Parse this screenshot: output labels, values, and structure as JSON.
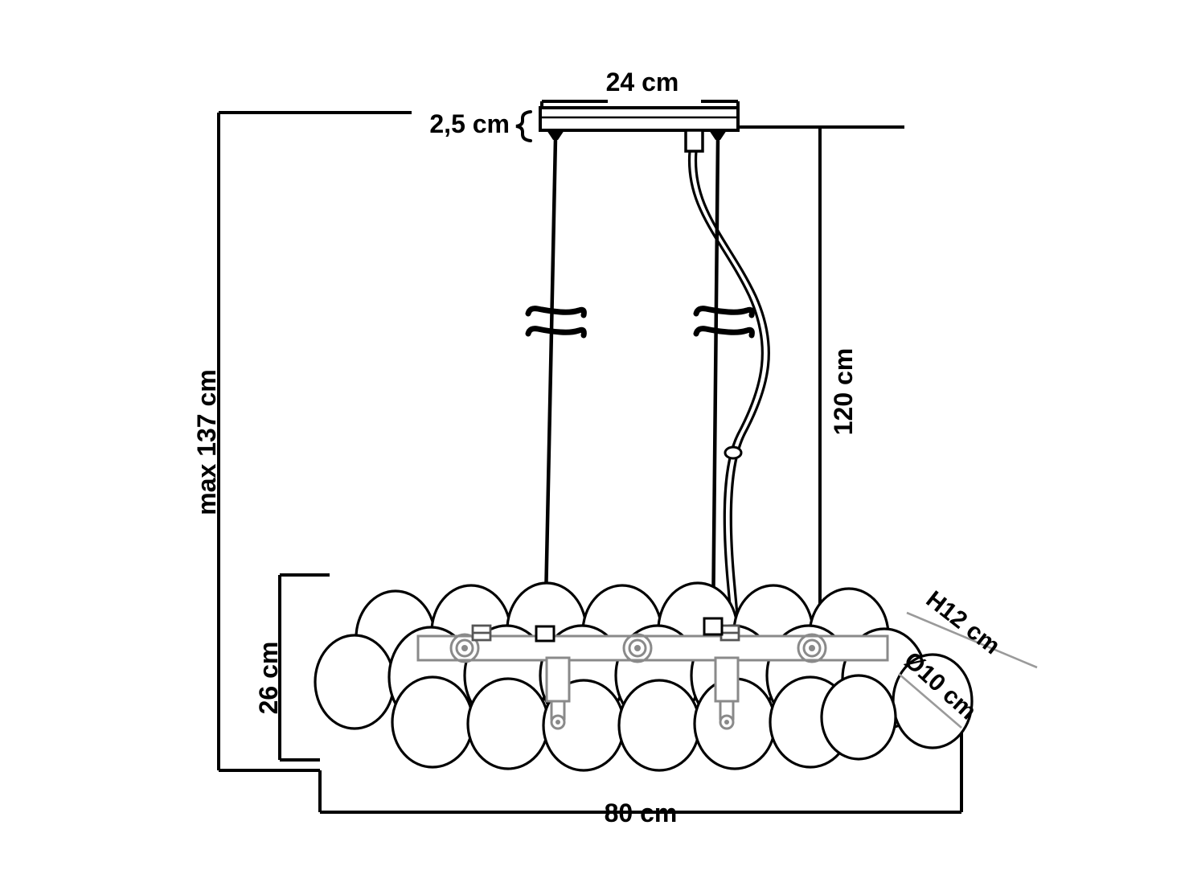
{
  "drawing": {
    "title": "Bubble pendant lamp dimension drawing",
    "units": "cm",
    "line_color": "#000000",
    "fixture_color": "#8a8a8a",
    "background": "#ffffff"
  },
  "dimensions": {
    "canopy_width": "24 cm",
    "canopy_thickness": "2,5 cm",
    "total_max_height": "max 137 cm",
    "suspension_drop": "120 cm",
    "cluster_height": "26 cm",
    "cluster_width": "80 cm",
    "cluster_depth": "H12 cm",
    "sphere_diameter": "Ø10 cm"
  },
  "labels": [
    {
      "id": "canopy-width",
      "text": "24 cm",
      "orientation": "horizontal"
    },
    {
      "id": "canopy-thickness",
      "text": "2,5 cm",
      "orientation": "horizontal"
    },
    {
      "id": "max-height",
      "text": "max 137 cm",
      "orientation": "vertical"
    },
    {
      "id": "drop-height",
      "text": "120 cm",
      "orientation": "vertical"
    },
    {
      "id": "cluster-height",
      "text": "26 cm",
      "orientation": "vertical"
    },
    {
      "id": "cluster-width",
      "text": "80 cm",
      "orientation": "horizontal"
    },
    {
      "id": "cluster-depth",
      "text": "H12 cm",
      "orientation": "diagonal"
    },
    {
      "id": "sphere-diameter",
      "text": "Ø10 cm",
      "orientation": "diagonal"
    }
  ],
  "components": {
    "ceiling_plate": "ceiling-canopy",
    "suspension_cables": 2,
    "power_cable": 1,
    "cable_adjusters": 2,
    "mounting_bar": "horizontal-rail",
    "bar_bullseyes": 3,
    "lamp_sockets": 2,
    "cable_clips": 2,
    "sphere_rows": 3
  }
}
